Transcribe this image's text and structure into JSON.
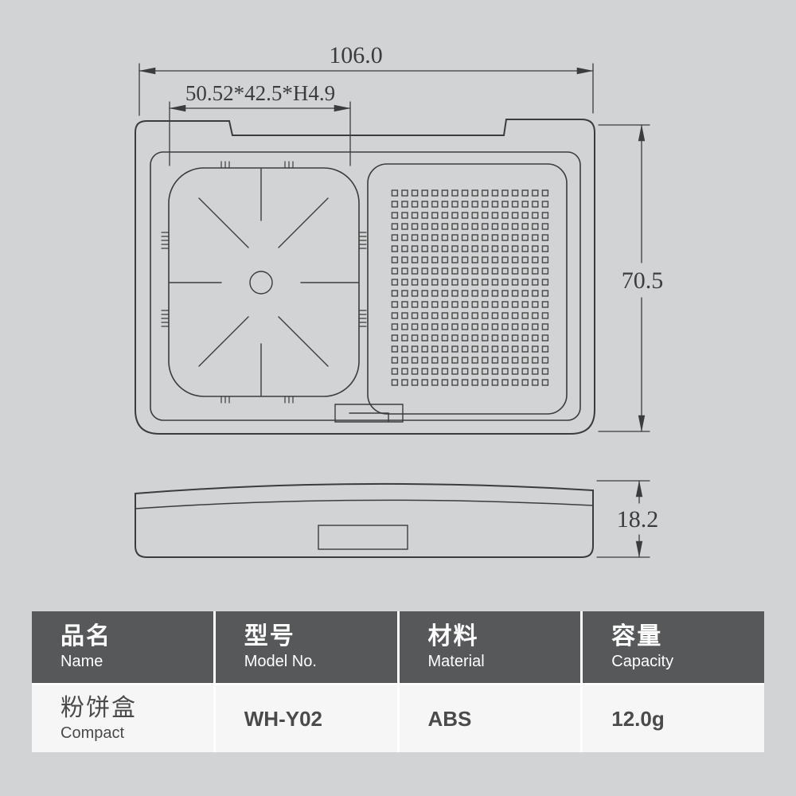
{
  "colors": {
    "page_bg": "#d2d3d4",
    "line": "#3c3c3c",
    "table_header_bg": "#57585a",
    "table_header_text": "#ffffff",
    "table_body_bg": "#f6f6f6",
    "table_body_text": "#4a4a4a"
  },
  "drawing": {
    "dim_overall_width": "106.0",
    "dim_inner_pan": "50.52*42.5*H4.9",
    "dim_overall_height": "70.5",
    "dim_side_height": "18.2"
  },
  "table": {
    "headers": [
      {
        "title": "品名",
        "subtitle": "Name"
      },
      {
        "title": "型号",
        "subtitle": "Model No."
      },
      {
        "title": "材料",
        "subtitle": "Material"
      },
      {
        "title": "容量",
        "subtitle": "Capacity"
      }
    ],
    "row": {
      "name": "粉饼盒",
      "name_subtitle": "Compact",
      "model": "WH-Y02",
      "material": "ABS",
      "capacity": "12.0g"
    }
  }
}
